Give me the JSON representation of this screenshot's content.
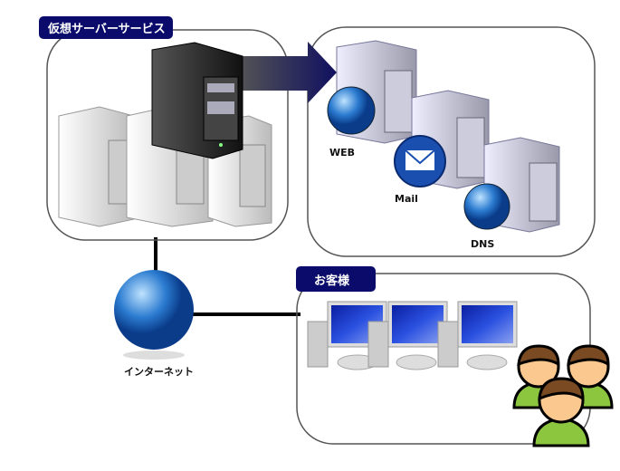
{
  "groups": {
    "virtual_server": {
      "label": "仮想サーバーサービス"
    },
    "customers": {
      "label": "お客様"
    }
  },
  "services": {
    "web": "WEB",
    "mail": "Mail",
    "dns": "DNS"
  },
  "internet": {
    "label": "インターネット"
  },
  "colors": {
    "label_bg": "#0b0b6b",
    "arrow": "#1a1a66",
    "screen": "#1530b8",
    "person_shirt": "#8cc63f"
  }
}
